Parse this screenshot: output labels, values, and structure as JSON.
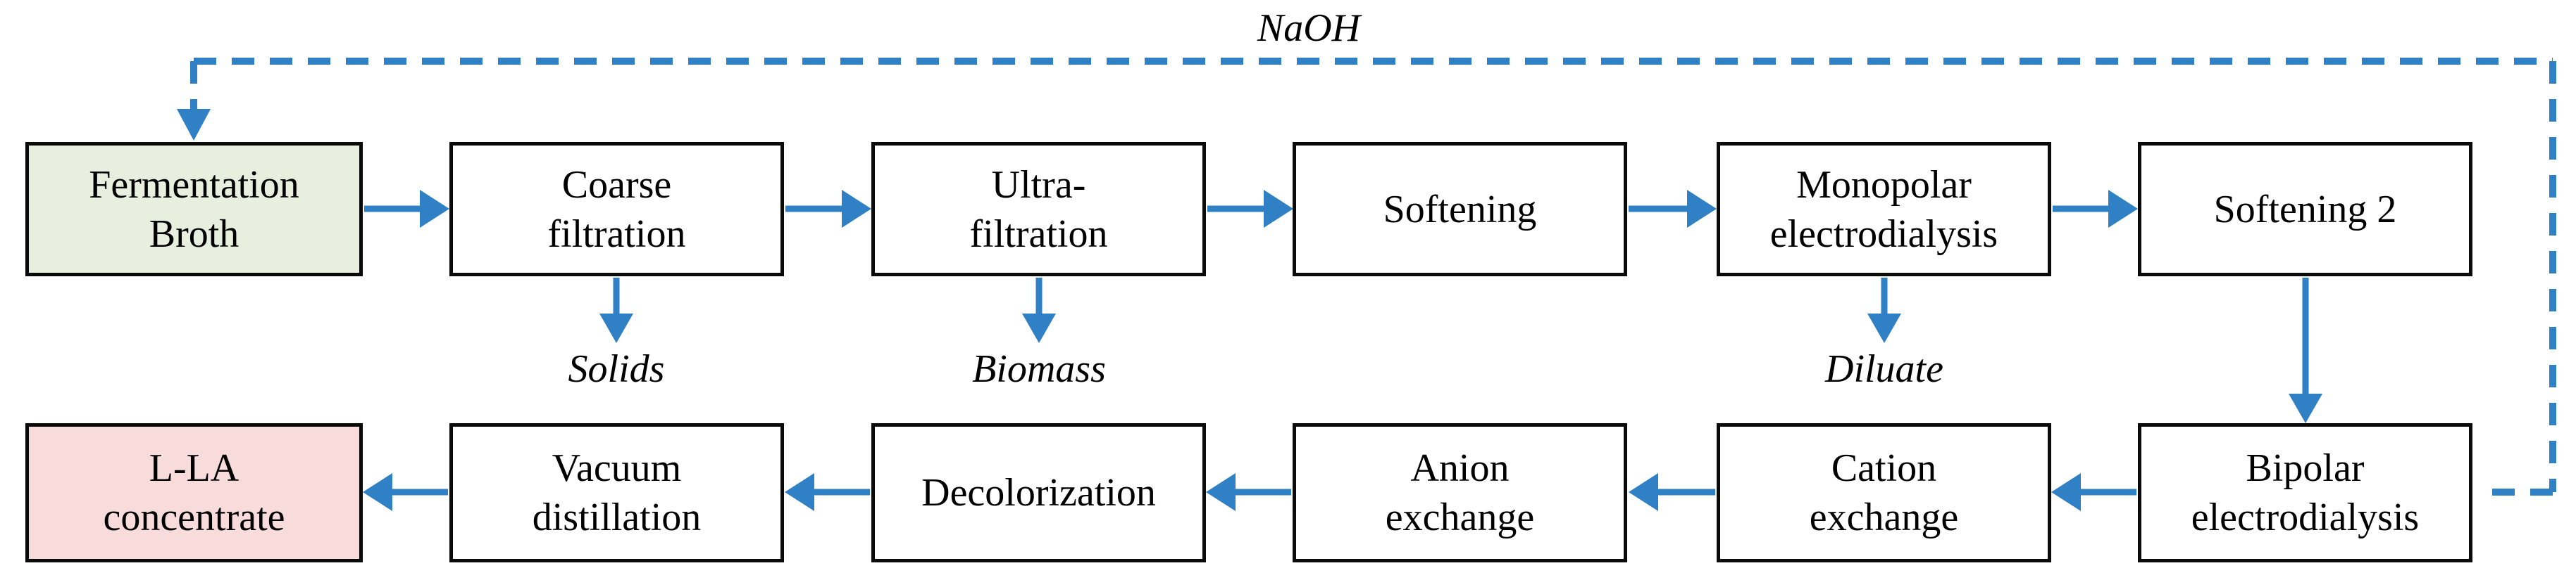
{
  "diagram_title": "",
  "recycle_label": "NaOH",
  "boxes": [
    {
      "id": "fermentation-broth",
      "label": "Fermentation\nBroth",
      "fill": "green"
    },
    {
      "id": "coarse-filtration",
      "label": "Coarse\nfiltration",
      "fill": "white"
    },
    {
      "id": "ultra-filtration",
      "label": "Ultra-\nfiltration",
      "fill": "white"
    },
    {
      "id": "softening",
      "label": "Softening",
      "fill": "white"
    },
    {
      "id": "monopolar-electrodialysis",
      "label": "Monopolar\nelectrodialysis",
      "fill": "white"
    },
    {
      "id": "softening-2",
      "label": "Softening 2",
      "fill": "white"
    },
    {
      "id": "l-la-concentrate",
      "label": "L-LA\nconcentrate",
      "fill": "pink"
    },
    {
      "id": "vacuum-distillation",
      "label": "Vacuum\ndistillation",
      "fill": "white"
    },
    {
      "id": "decolorization",
      "label": "Decolorization",
      "fill": "white"
    },
    {
      "id": "anion-exchange",
      "label": "Anion\nexchange",
      "fill": "white"
    },
    {
      "id": "cation-exchange",
      "label": "Cation\nexchange",
      "fill": "white"
    },
    {
      "id": "bipolar-electrodialysis",
      "label": "Bipolar\nelectrodialysis",
      "fill": "white"
    }
  ],
  "stream_labels": {
    "solids": "Solids",
    "biomass": "Biomass",
    "diluate": "Diluate"
  },
  "flows": [
    {
      "from": "fermentation-broth",
      "to": "coarse-filtration",
      "style": "solid"
    },
    {
      "from": "coarse-filtration",
      "to": "ultra-filtration",
      "style": "solid"
    },
    {
      "from": "ultra-filtration",
      "to": "softening",
      "style": "solid"
    },
    {
      "from": "softening",
      "to": "monopolar-electrodialysis",
      "style": "solid"
    },
    {
      "from": "monopolar-electrodialysis",
      "to": "softening-2",
      "style": "solid"
    },
    {
      "from": "softening-2",
      "to": "bipolar-electrodialysis",
      "style": "solid"
    },
    {
      "from": "bipolar-electrodialysis",
      "to": "cation-exchange",
      "style": "solid"
    },
    {
      "from": "cation-exchange",
      "to": "anion-exchange",
      "style": "solid"
    },
    {
      "from": "anion-exchange",
      "to": "decolorization",
      "style": "solid"
    },
    {
      "from": "decolorization",
      "to": "vacuum-distillation",
      "style": "solid"
    },
    {
      "from": "vacuum-distillation",
      "to": "l-la-concentrate",
      "style": "solid"
    },
    {
      "from": "coarse-filtration",
      "to": "solids-waste",
      "style": "solid"
    },
    {
      "from": "ultra-filtration",
      "to": "biomass-waste",
      "style": "solid"
    },
    {
      "from": "monopolar-electrodialysis",
      "to": "diluate-waste",
      "style": "solid"
    },
    {
      "from": "bipolar-electrodialysis",
      "to": "fermentation-broth",
      "label": "NaOH",
      "style": "dashed"
    }
  ],
  "colors": {
    "arrow_blue": "#2f80c4",
    "box_green": "#e9efdf",
    "box_pink": "#f8dcdc",
    "border_black": "#0a0a0a"
  }
}
